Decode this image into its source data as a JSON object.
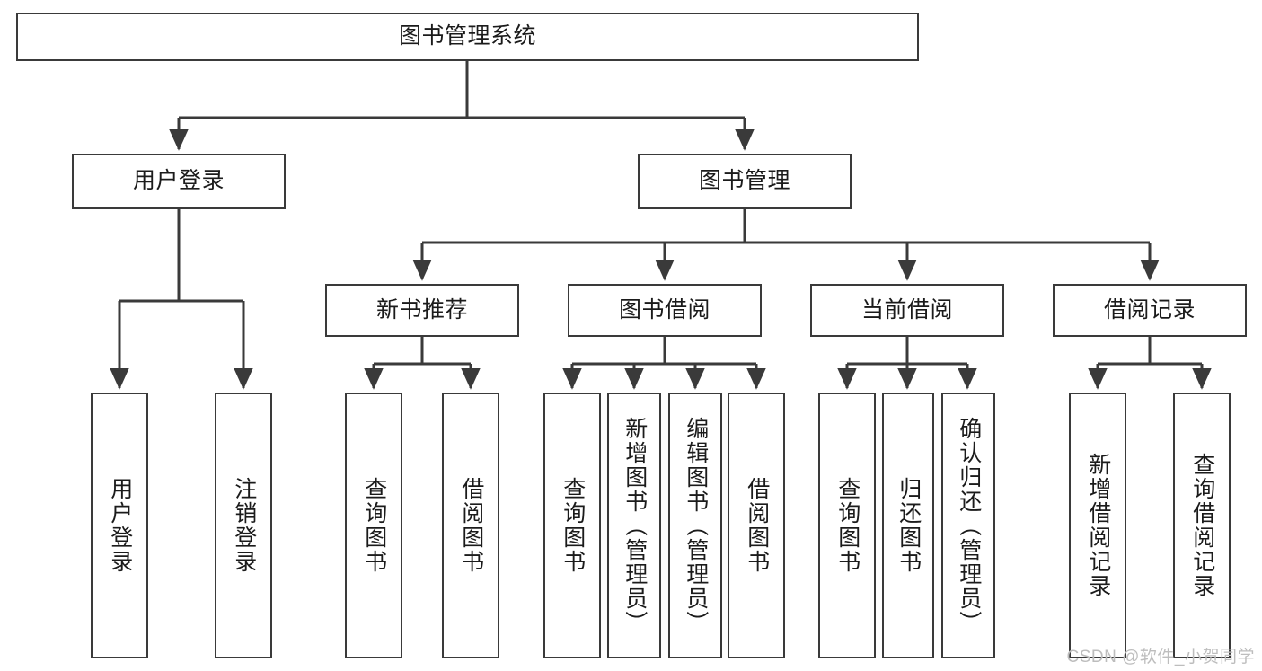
{
  "diagram": {
    "title": "图书管理系统",
    "type": "hierarchy-tree",
    "colors": {
      "stroke": "#3a3a3a",
      "text": "#1b1b1b",
      "background": "#ffffff",
      "watermark": "#bdbdbd"
    },
    "root": {
      "label": "图书管理系统"
    },
    "level2": [
      {
        "label": "用户登录"
      },
      {
        "label": "图书管理"
      }
    ],
    "level3": [
      {
        "label": "新书推荐"
      },
      {
        "label": "图书借阅"
      },
      {
        "label": "当前借阅"
      },
      {
        "label": "借阅记录"
      }
    ],
    "leaves": {
      "user_login": [
        {
          "label": "用户登录"
        },
        {
          "label": "注销登录"
        }
      ],
      "new_book": [
        {
          "label": "查询图书"
        },
        {
          "label": "借阅图书"
        }
      ],
      "book_borrow": [
        {
          "label": "查询图书"
        },
        {
          "label": "新增图书（管理员）"
        },
        {
          "label": "编辑图书（管理员）"
        },
        {
          "label": "借阅图书"
        }
      ],
      "current_borrow": [
        {
          "label": "查询图书"
        },
        {
          "label": "归还图书"
        },
        {
          "label": "确认归还（管理员）"
        }
      ],
      "borrow_record": [
        {
          "label": "新增借阅记录"
        },
        {
          "label": "查询借阅记录"
        }
      ]
    },
    "watermark": "CSDN @软件_小贺同学"
  }
}
